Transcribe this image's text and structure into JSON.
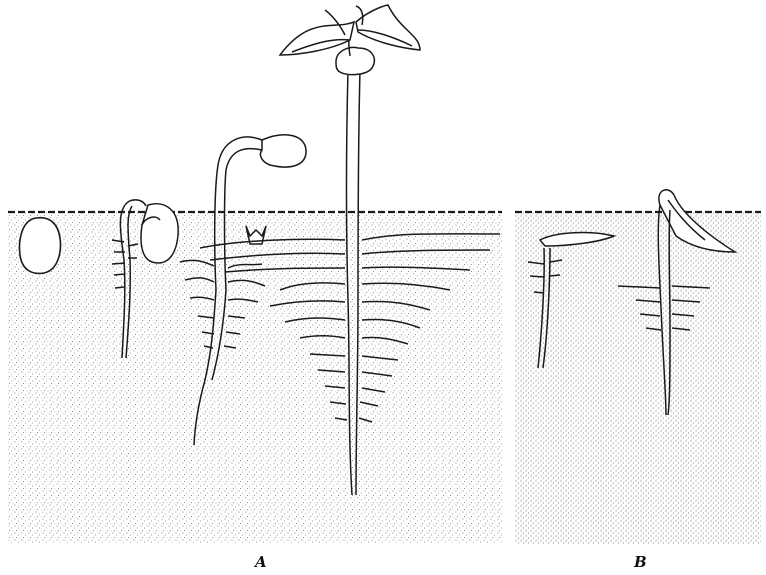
{
  "figure": {
    "panels": [
      {
        "id": "A",
        "label": "A"
      },
      {
        "id": "B",
        "label": "B"
      }
    ],
    "colors": {
      "ink": "#1a1a1a",
      "soil_dot": "#6b6b6b",
      "paper": "#ffffff"
    }
  }
}
